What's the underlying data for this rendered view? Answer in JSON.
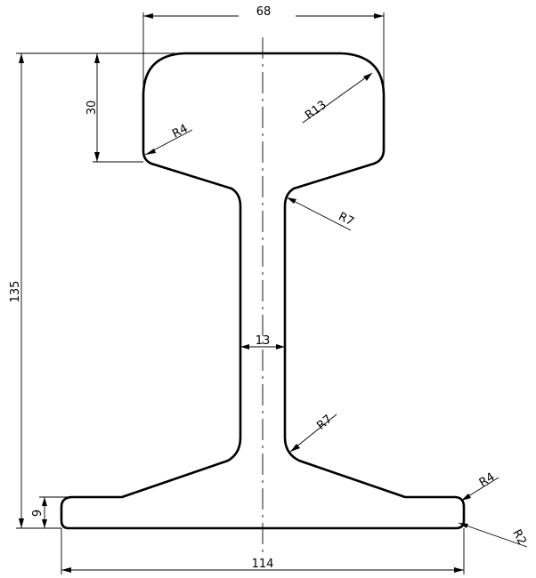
{
  "dimensions": {
    "top_width": "68",
    "head_height": "30",
    "total_height": "135",
    "web_thickness": "13",
    "foot_height": "9",
    "base_width": "114"
  },
  "radii": {
    "head_corner": "R13",
    "head_underside": "R4",
    "web_top": "R7",
    "web_bottom": "R7",
    "foot_top": "R4",
    "foot_edge": "R2"
  }
}
